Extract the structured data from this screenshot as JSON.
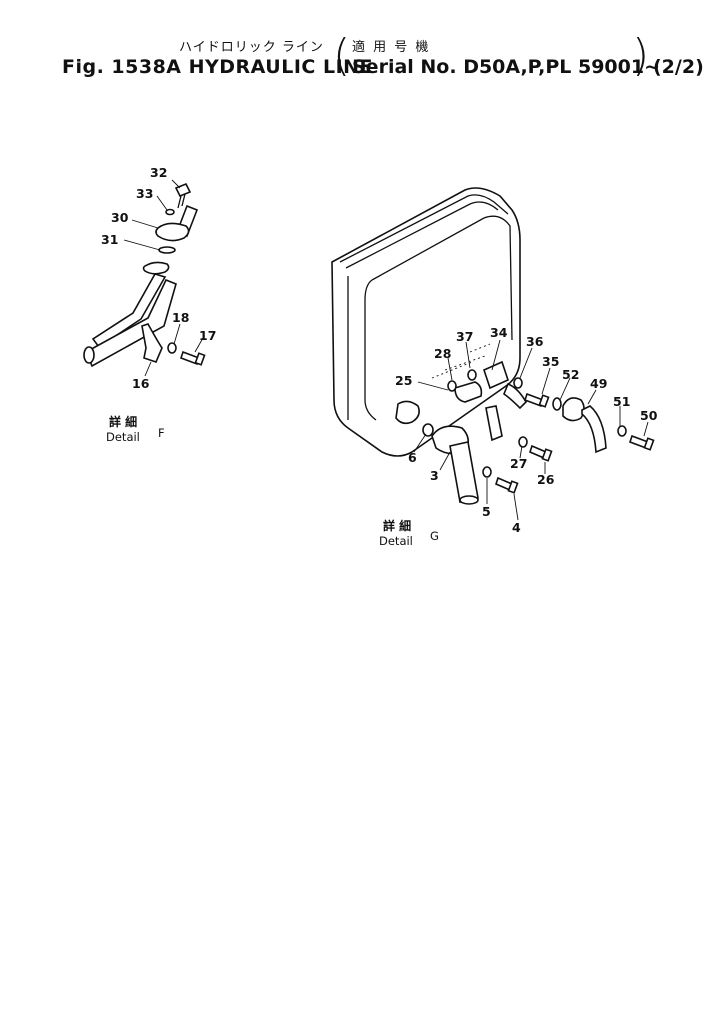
{
  "header": {
    "title_jp": "ハイドロリック ライン",
    "fig_title": "Fig. 1538A  HYDRAULIC LINE",
    "serial_jp": "適 用 号 機",
    "serial": "Serial No. D50A,P,PL 59001~",
    "sheet": "(2/2)"
  },
  "details": {
    "f": {
      "jp": "詳 細",
      "label": "Detail",
      "letter": "F"
    },
    "g": {
      "jp": "詳 細",
      "label": "Detail",
      "letter": "G"
    }
  },
  "callouts": {
    "c32": "32",
    "c33": "33",
    "c30": "30",
    "c31": "31",
    "c18": "18",
    "c17": "17",
    "c16": "16",
    "c37": "37",
    "c34": "34",
    "c36": "36",
    "c28": "28",
    "c35": "35",
    "c52": "52",
    "c49": "49",
    "c25": "25",
    "c51": "51",
    "c50": "50",
    "c6": "6",
    "c27": "27",
    "c3": "3",
    "c26": "26",
    "c5": "5",
    "c4": "4"
  }
}
